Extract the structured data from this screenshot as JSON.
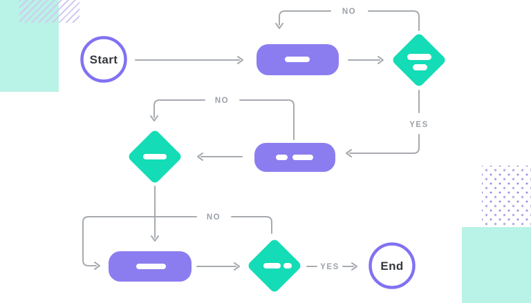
{
  "labels": {
    "start": "Start",
    "end": "End"
  },
  "edge_labels": {
    "no_1": "NO",
    "yes_1": "YES",
    "no_2": "NO",
    "no_3": "NO",
    "yes_2": "YES"
  },
  "colors": {
    "process_purple": "#8b7df0",
    "terminator_stroke_purple": "#8172f2",
    "decision_teal": "#14dcb6",
    "connector_gray": "#a6aaaf",
    "edge_label_gray": "#9ba1a8",
    "node_text_dark": "#35383d",
    "deco_mint": "#b9f2e6",
    "deco_lavender": "#cfcbf1",
    "deco_dot_purple": "#928ce0",
    "background": "#ffffff"
  },
  "diagram": {
    "type": "flowchart",
    "nodes": [
      {
        "id": "start",
        "shape": "circle",
        "label": "Start",
        "placeholder_lines": 0
      },
      {
        "id": "process-1",
        "shape": "rounded-rect",
        "label": "",
        "placeholder_lines": 1
      },
      {
        "id": "decision-1",
        "shape": "diamond",
        "label": "",
        "placeholder_lines": 2
      },
      {
        "id": "process-2",
        "shape": "rounded-rect",
        "label": "",
        "placeholder_lines": 2
      },
      {
        "id": "decision-2",
        "shape": "diamond",
        "label": "",
        "placeholder_lines": 1
      },
      {
        "id": "process-3",
        "shape": "rounded-rect",
        "label": "",
        "placeholder_lines": 1
      },
      {
        "id": "decision-3",
        "shape": "diamond",
        "label": "",
        "placeholder_lines": 2
      },
      {
        "id": "end",
        "shape": "circle",
        "label": "End",
        "placeholder_lines": 0
      }
    ],
    "edges": [
      {
        "from": "start",
        "to": "process-1",
        "label": ""
      },
      {
        "from": "process-1",
        "to": "decision-1",
        "label": ""
      },
      {
        "from": "decision-1",
        "to": "process-1",
        "label": "NO",
        "route": "top-loop"
      },
      {
        "from": "decision-1",
        "to": "process-2",
        "label": "YES",
        "route": "down-left"
      },
      {
        "from": "process-2",
        "to": "decision-2",
        "label": "NO",
        "route": "top-loop"
      },
      {
        "from": "process-2",
        "to": "decision-2",
        "label": ""
      },
      {
        "from": "decision-2",
        "to": "process-3",
        "label": "",
        "route": "down"
      },
      {
        "from": "decision-3",
        "to": "process-3",
        "label": "NO",
        "route": "top-loop"
      },
      {
        "from": "process-3",
        "to": "decision-3",
        "label": ""
      },
      {
        "from": "decision-3",
        "to": "end",
        "label": "YES"
      }
    ]
  }
}
